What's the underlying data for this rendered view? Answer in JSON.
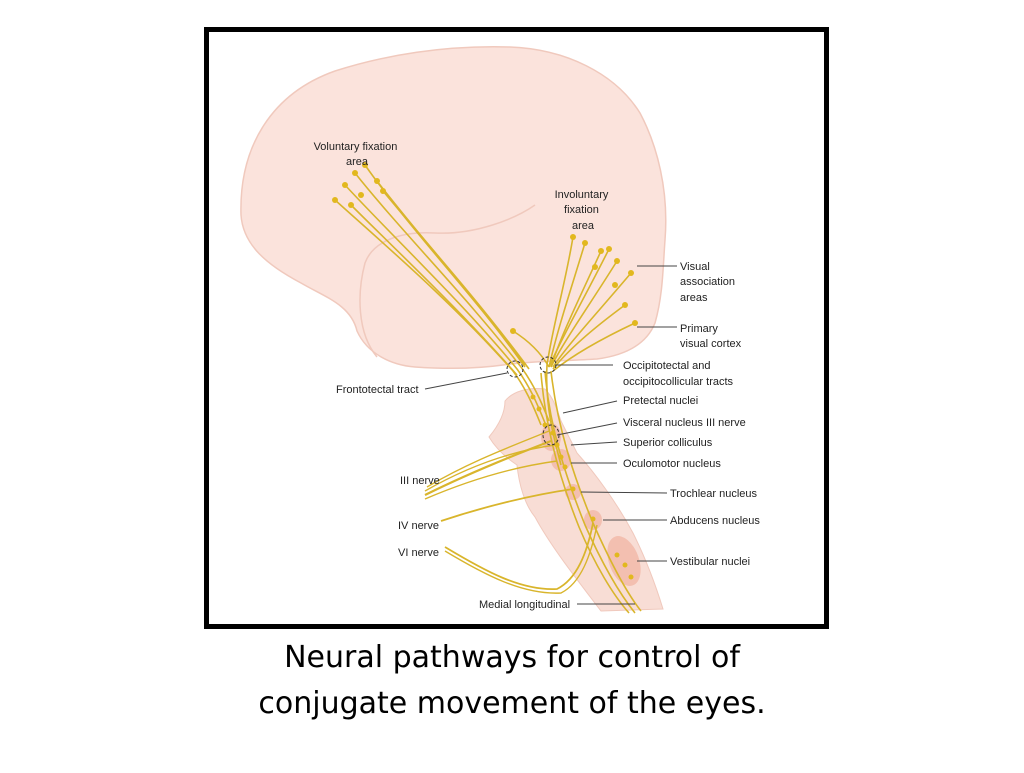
{
  "figure": {
    "labels": {
      "voluntary_fixation": [
        "Voluntary fixation",
        "area"
      ],
      "involuntary_fixation": [
        "Involuntary",
        "fixation",
        "area"
      ],
      "visual_association": [
        "Visual",
        "association",
        "areas"
      ],
      "primary_visual_cortex": [
        "Primary",
        "visual cortex"
      ],
      "occipitotectal": [
        "Occipitotectal and",
        "occipitocollicular tracts"
      ],
      "frontotectal": "Frontotectal tract",
      "pretectal": "Pretectal nuclei",
      "visceral_nucleus": "Visceral nucleus III nerve",
      "superior_colliculus": "Superior colliculus",
      "oculomotor_nucleus": "Oculomotor nucleus",
      "trochlear_nucleus": "Trochlear nucleus",
      "abducens_nucleus": "Abducens nucleus",
      "vestibular_nuclei": "Vestibular nuclei",
      "medial_longitudinal": "Medial longitudinal",
      "iii_nerve": "III nerve",
      "iv_nerve": "IV nerve",
      "vi_nerve": "VI nerve"
    },
    "colors": {
      "brain": "#fbe3dc",
      "brain_outline": "#f0c9bd",
      "brainstem": "#f8ddd5",
      "nucleus": "#f3bfb0",
      "pathway": "#d9b52c",
      "pathway_dot": "#e2b81e",
      "leader_line": "#444444"
    }
  },
  "caption": {
    "line1": "Neural pathways for control of",
    "line2": "conjugate movement of the eyes."
  }
}
